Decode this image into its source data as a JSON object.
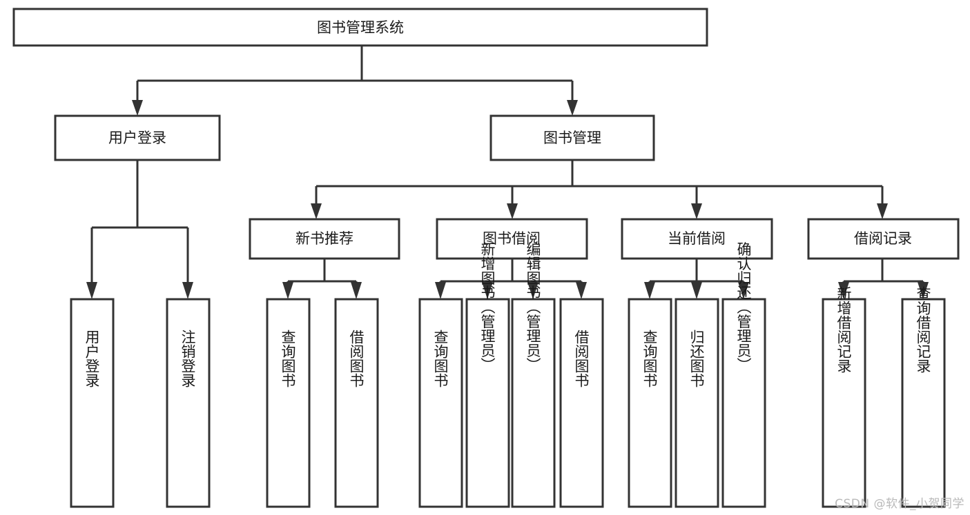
{
  "diagram": {
    "type": "tree-hierarchy",
    "title": "图书管理系统",
    "watermark": "CSDN @软件_小贺同学",
    "colors": {
      "background": "#ffffff",
      "stroke": "#333333",
      "fill": "#ffffff",
      "text": "#1a1a1a",
      "watermark": "#b9b9b9"
    },
    "levels": {
      "root": {
        "label": "图书管理系统"
      },
      "level2": [
        {
          "label": "用户登录"
        },
        {
          "label": "图书管理"
        }
      ],
      "level3": [
        {
          "label": "新书推荐"
        },
        {
          "label": "图书借阅"
        },
        {
          "label": "当前借阅"
        },
        {
          "label": "借阅记录"
        }
      ]
    },
    "leaves": {
      "user_login": [
        {
          "label": "用户登录"
        },
        {
          "label": "注销登录"
        }
      ],
      "new_book_recommend": [
        {
          "label": "查询图书"
        },
        {
          "label": "借阅图书"
        }
      ],
      "book_borrow": [
        {
          "label": "查询图书"
        },
        {
          "label": "新增图书（管理员）"
        },
        {
          "label": "编辑图书（管理员）"
        },
        {
          "label": "借阅图书"
        }
      ],
      "current_borrow": [
        {
          "label": "查询图书"
        },
        {
          "label": "归还图书"
        },
        {
          "label": "确认归还（管理员）"
        }
      ],
      "borrow_record": [
        {
          "label": "新增借阅记录"
        },
        {
          "label": "查询借阅记录"
        }
      ]
    }
  }
}
